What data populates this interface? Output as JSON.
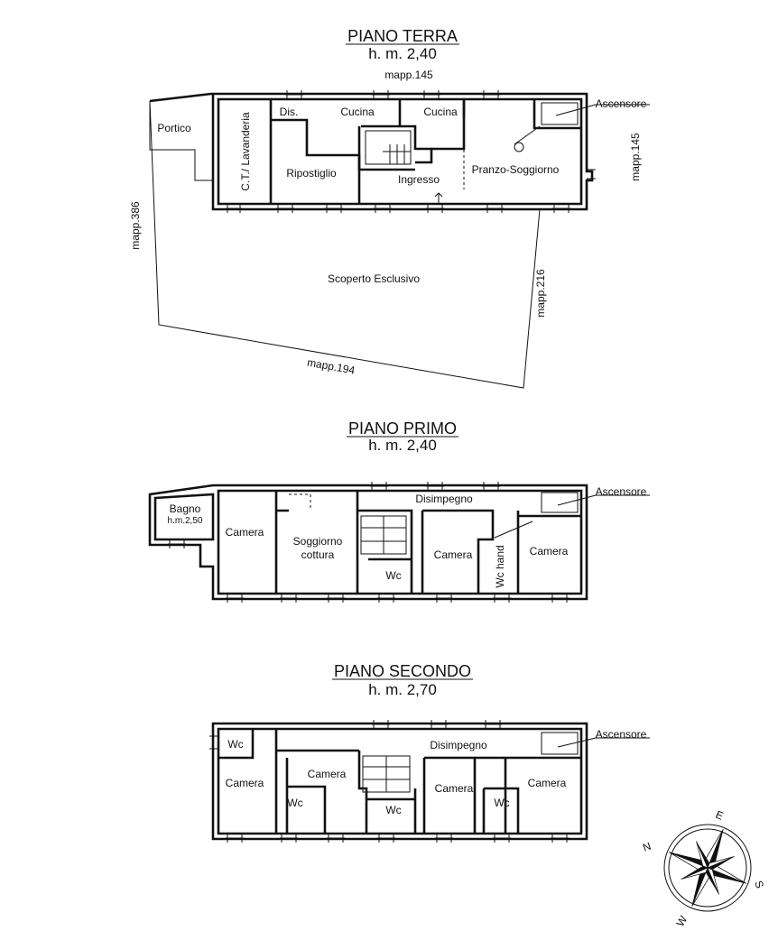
{
  "floors": [
    {
      "title": "PIANO TERRA",
      "height": "h. m. 2,40",
      "rooms": [
        "Portico",
        "C.T./ Lavanderia",
        "Dis.",
        "Cucina",
        "Cucina",
        "Ripostiglio",
        "Ingresso",
        "Pranzo-Soggiorno",
        "Ascensore",
        "Scoperto Esclusivo"
      ],
      "parcels": [
        "mapp.145",
        "mapp.145",
        "mapp.386",
        "mapp.216",
        "mapp.194"
      ]
    },
    {
      "title": "PIANO PRIMO",
      "height": "h. m. 2,40",
      "rooms": [
        "Bagno",
        "h.m.2,50",
        "Camera",
        "Soggiorno",
        "cottura",
        "Disimpegno",
        "Ascensore",
        "Camera",
        "Camera",
        "Wc",
        "Wc hand"
      ]
    },
    {
      "title": "PIANO SECONDO",
      "height": "h. m. 2,70",
      "rooms": [
        "Wc",
        "Disimpegno",
        "Ascensore",
        "Camera",
        "Camera",
        "Wc",
        "Wc",
        "Camera",
        "Wc",
        "Camera"
      ]
    }
  ],
  "compass": {
    "north": "N",
    "east": "E",
    "south": "S",
    "west": "W"
  }
}
